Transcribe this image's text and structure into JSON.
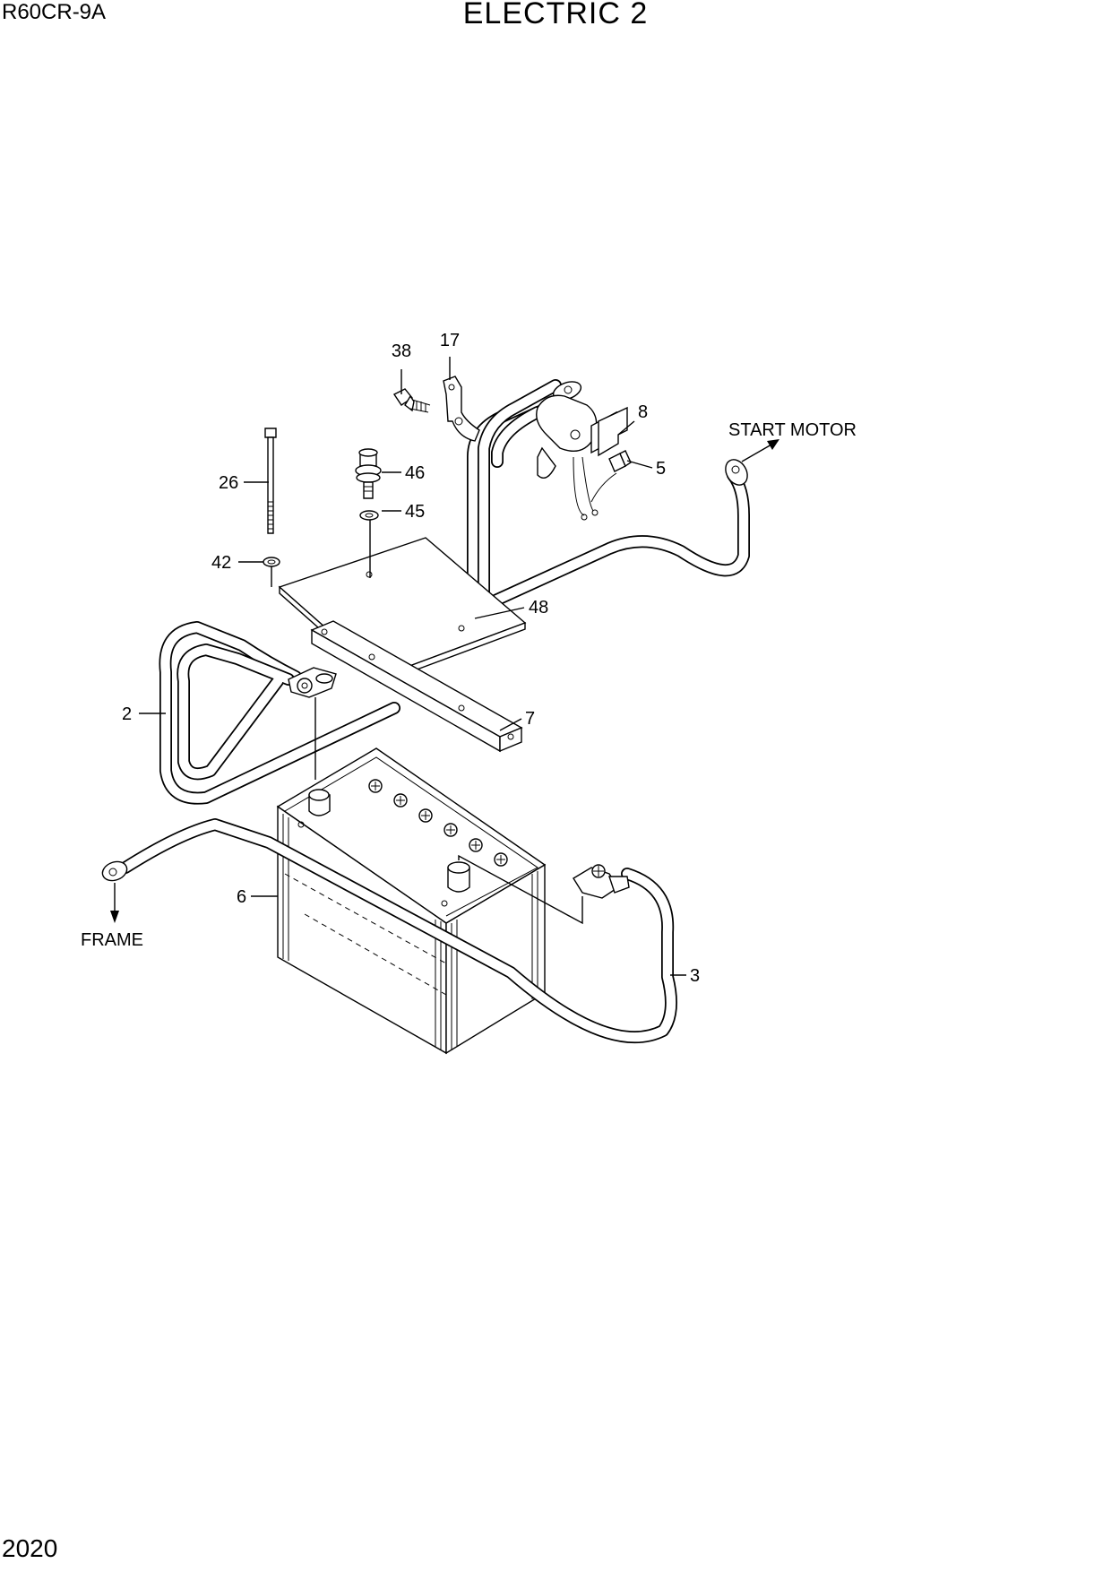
{
  "header": {
    "model": "R60CR-9A",
    "title": "ELECTRIC 2"
  },
  "footer": {
    "page_number": "2020"
  },
  "callouts": {
    "p38": "38",
    "p17": "17",
    "p8": "8",
    "p5": "5",
    "p26": "26",
    "p46": "46",
    "p45": "45",
    "p42": "42",
    "p48": "48",
    "p2": "2",
    "p7": "7",
    "p6": "6",
    "p3": "3"
  },
  "annotations": {
    "start_motor": "START MOTOR",
    "frame": "FRAME"
  }
}
